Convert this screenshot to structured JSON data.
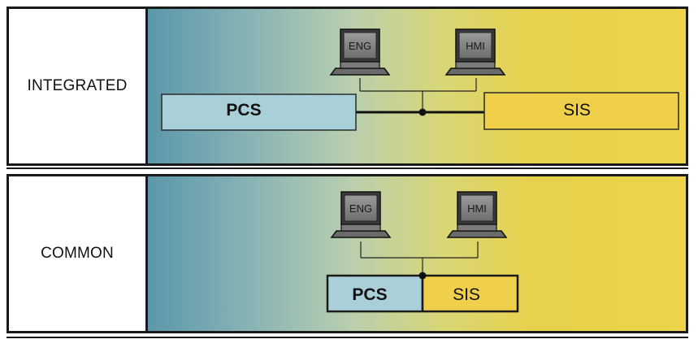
{
  "integrated": {
    "title": "INTEGRATED",
    "pcs": "PCS",
    "sis": "SIS",
    "eng": "ENG",
    "hmi": "HMI"
  },
  "common": {
    "title": "COMMON",
    "pcs": "PCS",
    "sis": "SIS",
    "eng": "ENG",
    "hmi": "HMI"
  },
  "colors": {
    "pcs_fill": "#a9cfd8",
    "sis_fill": "#f0cf4a",
    "border": "#1a1a1a"
  }
}
